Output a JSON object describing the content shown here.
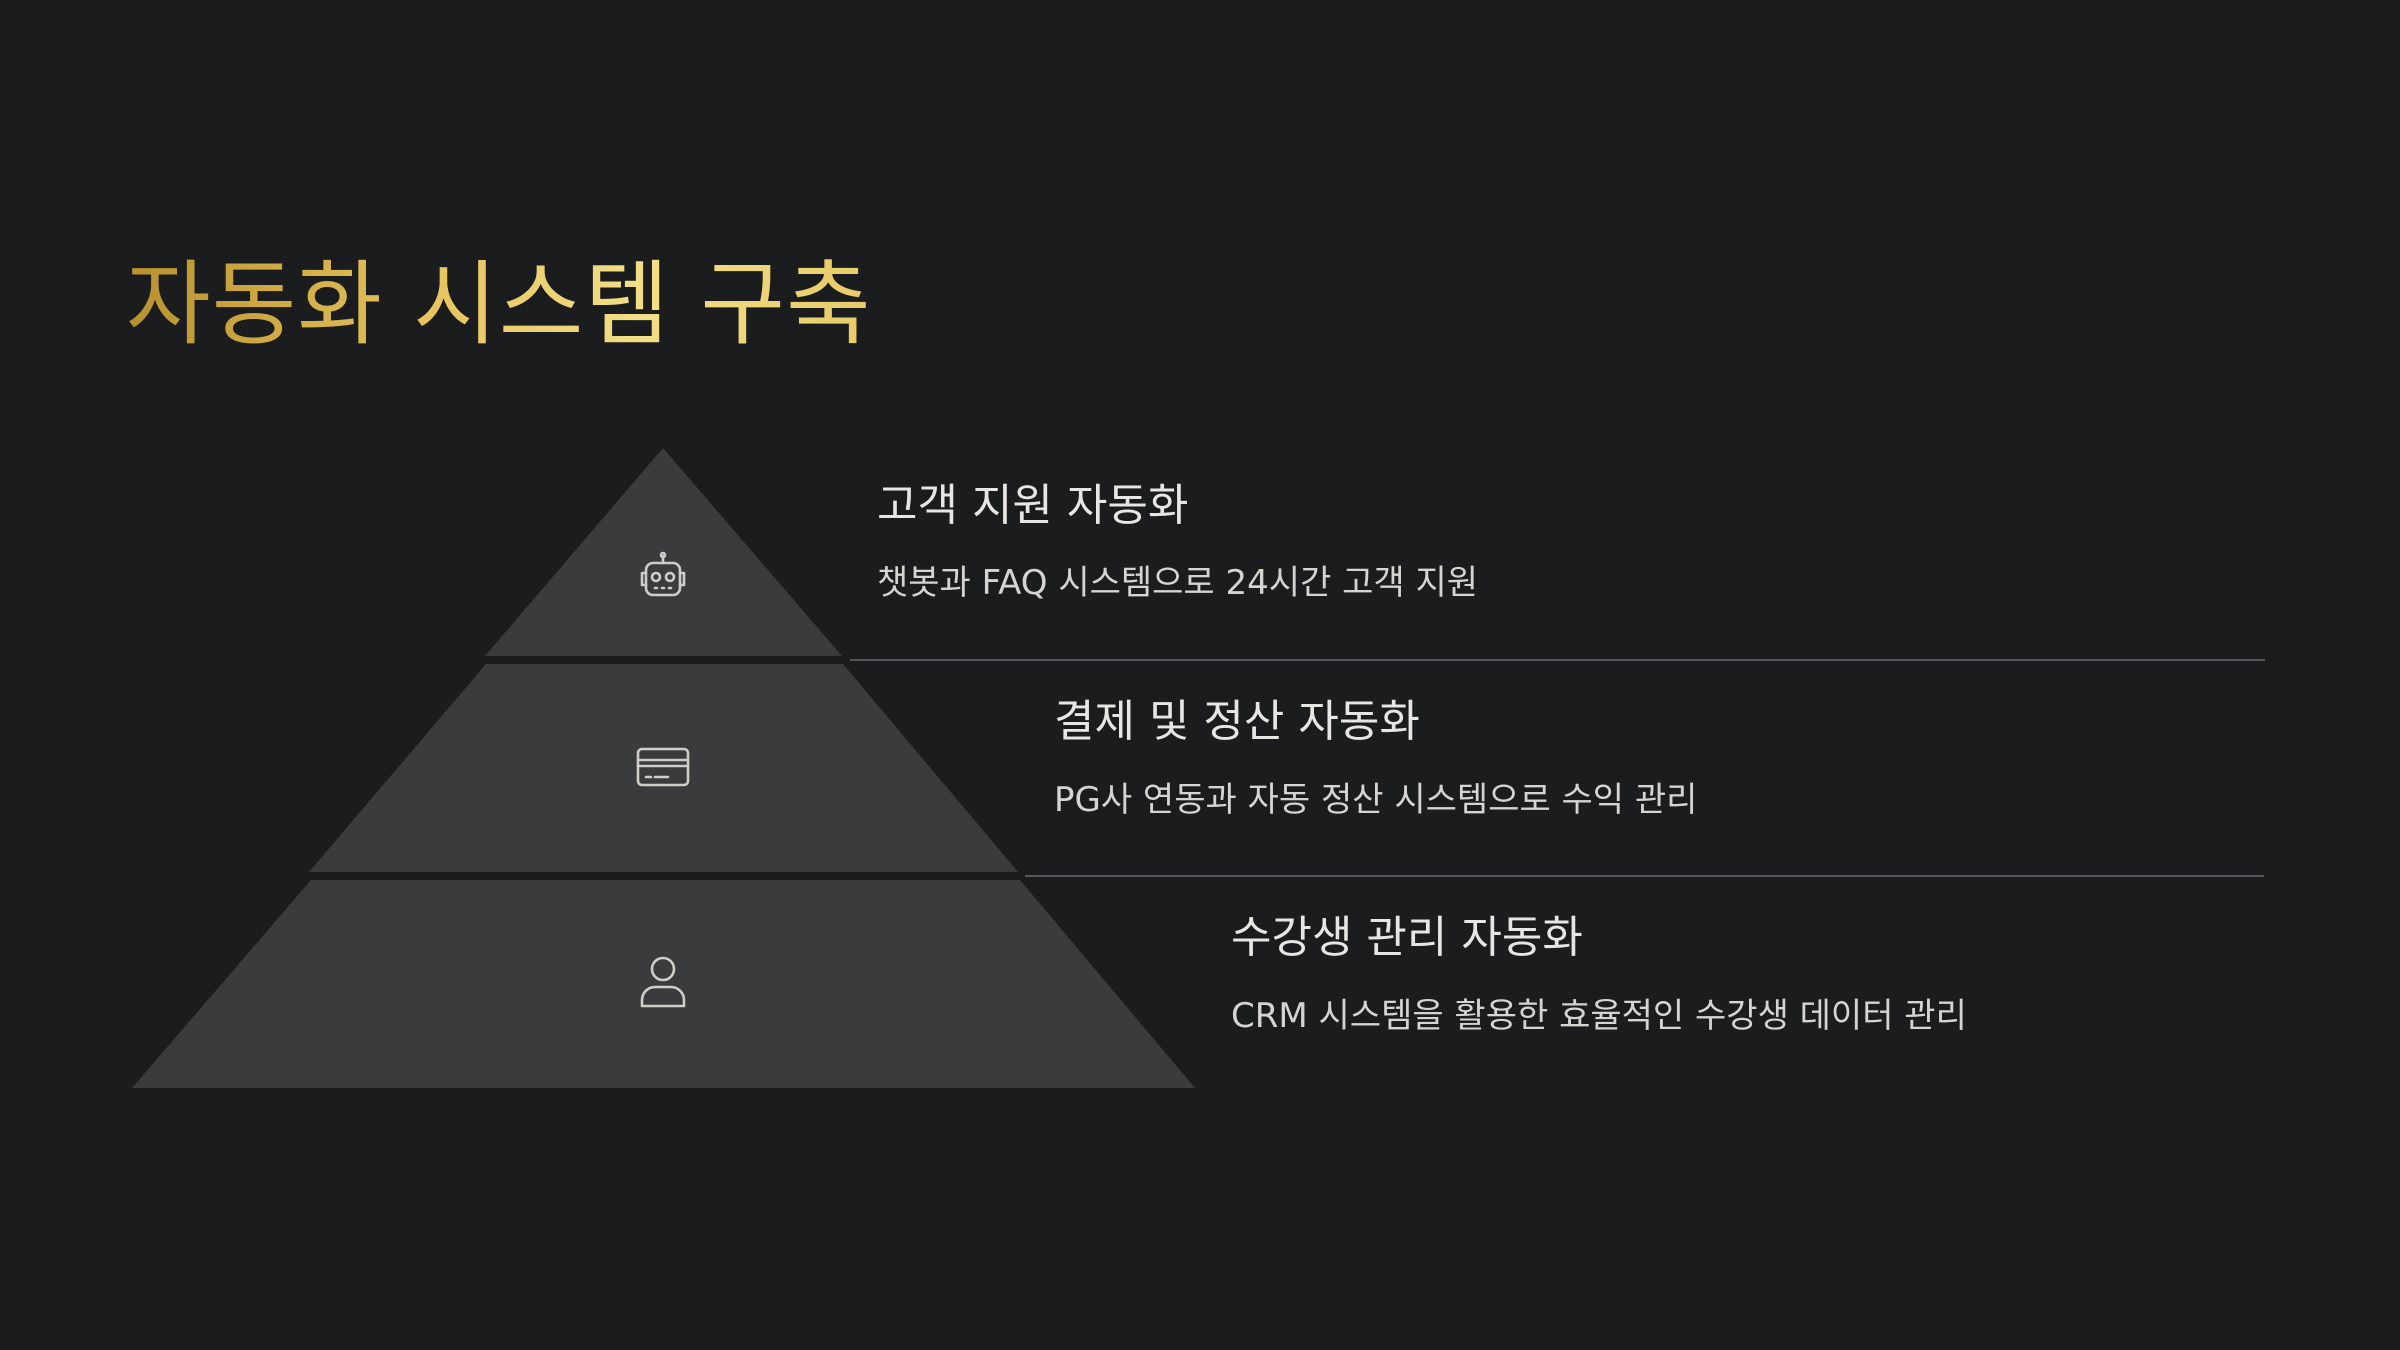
{
  "title": "자동화 시스템 구축",
  "colors": {
    "background": "#1b1c1e",
    "tier_fill": "#3a3b3d",
    "title_gold": "#e6c35d",
    "icon_stroke": "#cfcdc8",
    "divider": "#55575b"
  },
  "tiers": [
    {
      "heading": "고객 지원 자동화",
      "description": "챗봇과 FAQ 시스템으로 24시간 고객 지원",
      "icon": "robot-icon"
    },
    {
      "heading": "결제 및 정산 자동화",
      "description": "PG사 연동과 자동 정산 시스템으로 수익 관리",
      "icon": "credit-card-icon"
    },
    {
      "heading": "수강생 관리 자동화",
      "description": "CRM 시스템을 활용한 효율적인 수강생 데이터 관리",
      "icon": "user-icon"
    }
  ]
}
